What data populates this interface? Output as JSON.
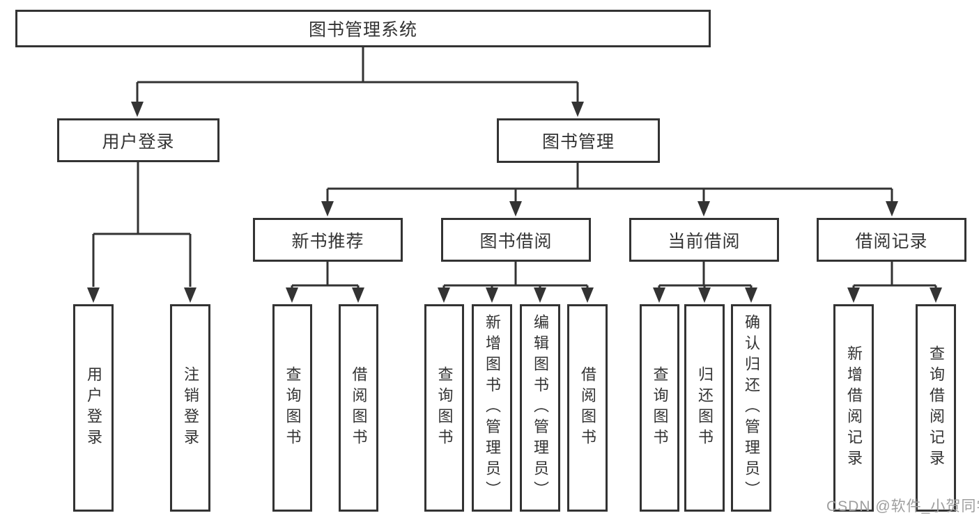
{
  "diagram": {
    "root": "图书管理系统",
    "level1": [
      {
        "label": "用户登录",
        "children": [
          "用户登录",
          "注销登录"
        ]
      },
      {
        "label": "图书管理",
        "children": [
          {
            "label": "新书推荐",
            "children": [
              "查询图书",
              "借阅图书"
            ]
          },
          {
            "label": "图书借阅",
            "children": [
              "查询图书",
              "新增图书（管理员）",
              "编辑图书（管理员）",
              "借阅图书"
            ]
          },
          {
            "label": "当前借阅",
            "children": [
              "查询图书",
              "归还图书",
              "确认归还（管理员）"
            ]
          },
          {
            "label": "借阅记录",
            "children": [
              "新增借阅记录",
              "查询借阅记录"
            ]
          }
        ]
      }
    ]
  },
  "watermark": "CSDN @软件_小贺同学",
  "colors": {
    "line": "#333333",
    "text": "#333333",
    "box_background": "#ffffff",
    "background": "#ffffff",
    "watermark": "#9e9e9e"
  }
}
